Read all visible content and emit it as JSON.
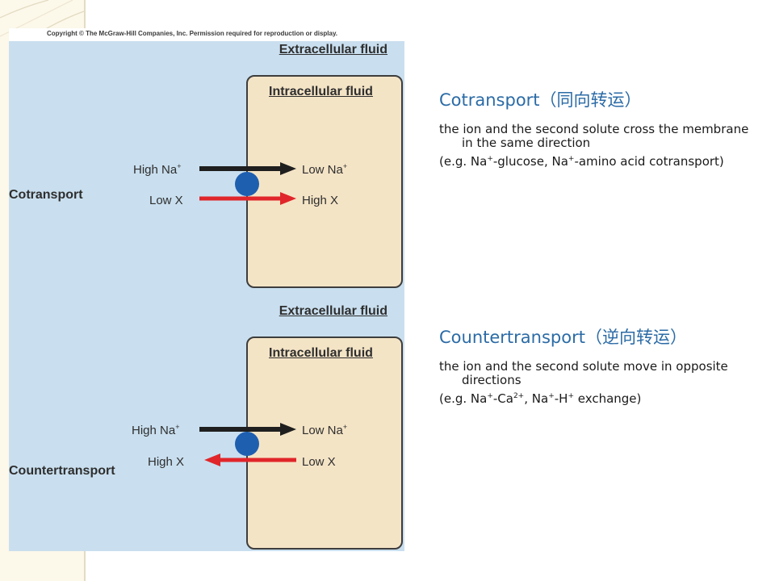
{
  "figure": {
    "copyright": "Copyright © The McGraw-Hill Companies, Inc. Permission required for reproduction or display.",
    "panels": [
      {
        "extracellular_label": "Extracellular fluid",
        "intracellular_label": "Intracellular fluid",
        "side_title": "Cotransport",
        "top_left": "High Na",
        "top_left_sup": "+",
        "top_right": "Low Na",
        "top_right_sup": "+",
        "bottom_left": "Low X",
        "bottom_right": "High X",
        "second_solute_direction": "into cell"
      },
      {
        "extracellular_label": "Extracellular fluid",
        "intracellular_label": "Intracellular fluid",
        "side_title": "Countertransport",
        "top_left": "High Na",
        "top_left_sup": "+",
        "top_right": "Low Na",
        "top_right_sup": "+",
        "bottom_left": "High X",
        "bottom_right": "Low X",
        "second_solute_direction": "out of cell"
      }
    ],
    "colors": {
      "background": "#c9dfef",
      "cell": "#f4e4c6",
      "sodium_arrow": "#1f1f1f",
      "solute_arrow": "#e0262a",
      "carrier": "#1f5fb0"
    }
  },
  "sections": [
    {
      "heading": "Cotransport（同向转运）",
      "lines": [
        [
          "the ion and the second solute cross the membrane in the same direction"
        ],
        [
          "(e.g. Na",
          {
            "sup": "+"
          },
          "-glucose, Na",
          {
            "sup": "+"
          },
          "-amino acid cotransport)"
        ]
      ]
    },
    {
      "heading": "Countertransport（逆向转运）",
      "lines": [
        [
          "the ion and the second solute move in opposite directions"
        ],
        [
          "(e.g. Na",
          {
            "sup": "+"
          },
          "-Ca",
          {
            "sup": "2+"
          },
          ", Na",
          {
            "sup": "+"
          },
          "-H",
          {
            "sup": "+"
          },
          " exchange)"
        ]
      ]
    }
  ]
}
